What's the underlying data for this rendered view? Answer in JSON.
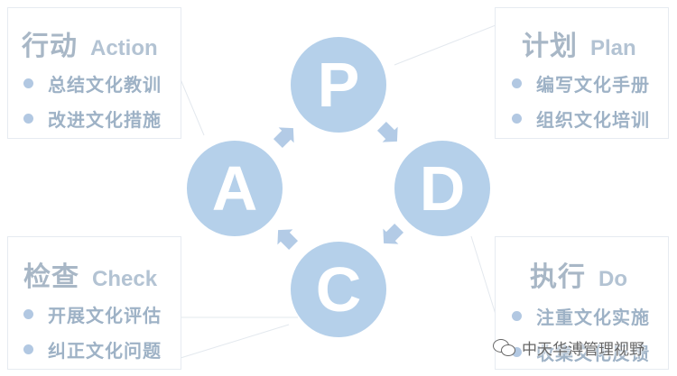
{
  "colors": {
    "circle": "#b5d0ea",
    "arrow": "#b3cbe6",
    "title": "#a8b7c6",
    "bullet_text": "#9eb2c6",
    "box_border": "#e6ebf1"
  },
  "phases": {
    "plan": {
      "letter": "P",
      "title_zh": "计划",
      "title_en": "Plan",
      "items": [
        "编写文化手册",
        "组织文化培训"
      ]
    },
    "do": {
      "letter": "D",
      "title_zh": "执行",
      "title_en": "Do",
      "items": [
        "注重文化实施",
        "收集文化反馈"
      ]
    },
    "check": {
      "letter": "C",
      "title_zh": "检查",
      "title_en": "Check",
      "items": [
        "开展文化评估",
        "纠正文化问题"
      ]
    },
    "act": {
      "letter": "A",
      "title_zh": "行动",
      "title_en": "Action",
      "items": [
        "总结文化教训",
        "改进文化措施"
      ]
    }
  },
  "watermark": {
    "icon": "wechat-icon",
    "text": "中天华溥管理视野"
  }
}
